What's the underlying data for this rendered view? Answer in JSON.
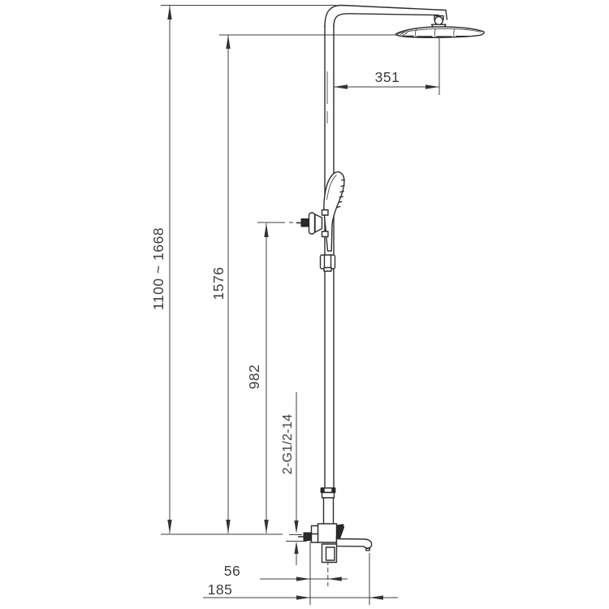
{
  "page": {
    "background": "#ffffff"
  },
  "drawing": {
    "kind": "technical dimensional diagram of a wall-mounted shower column",
    "stroke_color": "#2e2e2e",
    "dimension_line_color": "#3f3f3f",
    "text_color": "#3d3d3d",
    "labels": {
      "head_offset": "351",
      "height_range": "1100 ~ 1668",
      "overhead_height": "1576",
      "hand_shower_height": "982",
      "inlet_thread": "2-G1/2-14",
      "spout_setback": "56",
      "spout_reach": "185"
    }
  }
}
